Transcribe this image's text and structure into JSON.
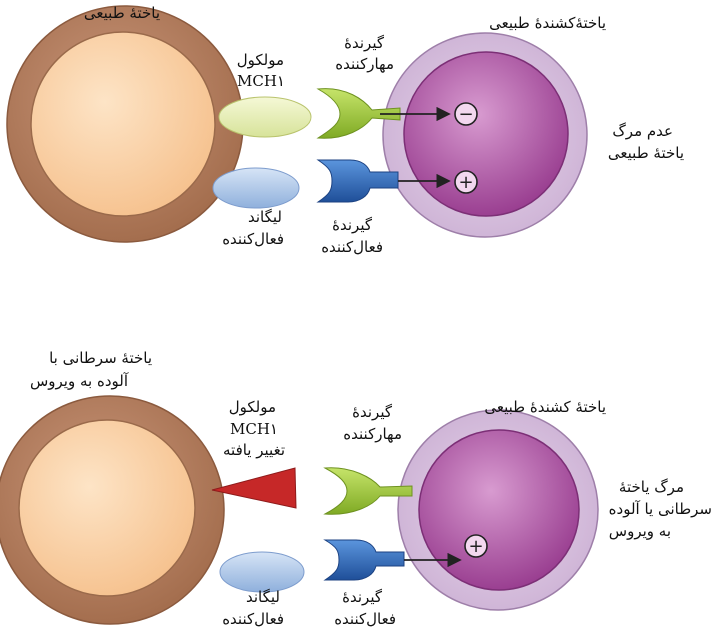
{
  "colors": {
    "cell_outer": "#b5825f",
    "cell_inner": "#fbd2a8",
    "nk_outer": "#ddc7e2",
    "nk_inner": "#a8559f",
    "receptor_green": "#9ec43a",
    "receptor_blue": "#2f6ab7",
    "mhc_oval": "#e6efb9",
    "ligand_oval": "#b3cbe9",
    "altered_mhc": "#c62828"
  },
  "top": {
    "normal_cell": "یاختهٔ طبیعی",
    "nk_cell": "یاختهٔ‌کشندهٔ طبیعی",
    "mhc_line1": "مولکول",
    "mhc_line2": "MCH۱",
    "inhib_line1": "گیرندهٔ",
    "inhib_line2": "مهارکننده",
    "ligand_line1": "لیگاند",
    "ligand_line2": "فعال‌کننده",
    "act_line1": "گیرندهٔ",
    "act_line2": "فعال‌کننده",
    "result_line1": "عدم مرگ",
    "result_line2": "یاختهٔ طبیعی",
    "minus_sign": "−",
    "plus_sign": "+"
  },
  "bottom": {
    "target_line1": "یاختهٔ سرطانی با",
    "target_line2": "آلوده به ویروس",
    "nk_cell": "یاختهٔ کشندهٔ طبیعی",
    "mhc_line1": "مولکول",
    "mhc_line2": "MCH۱",
    "mhc_line3": "تغییر یافته",
    "inhib_line1": "گیرندهٔ",
    "inhib_line2": "مهارکننده",
    "ligand_line1": "لیگاند",
    "ligand_line2": "فعال‌کننده",
    "act_line1": "گیرندهٔ",
    "act_line2": "فعال‌کننده",
    "result_line1": "مرگ یاختهٔ",
    "result_line2": "سرطانی یا آلوده",
    "result_line3": "به ویروس",
    "plus_sign": "+"
  }
}
